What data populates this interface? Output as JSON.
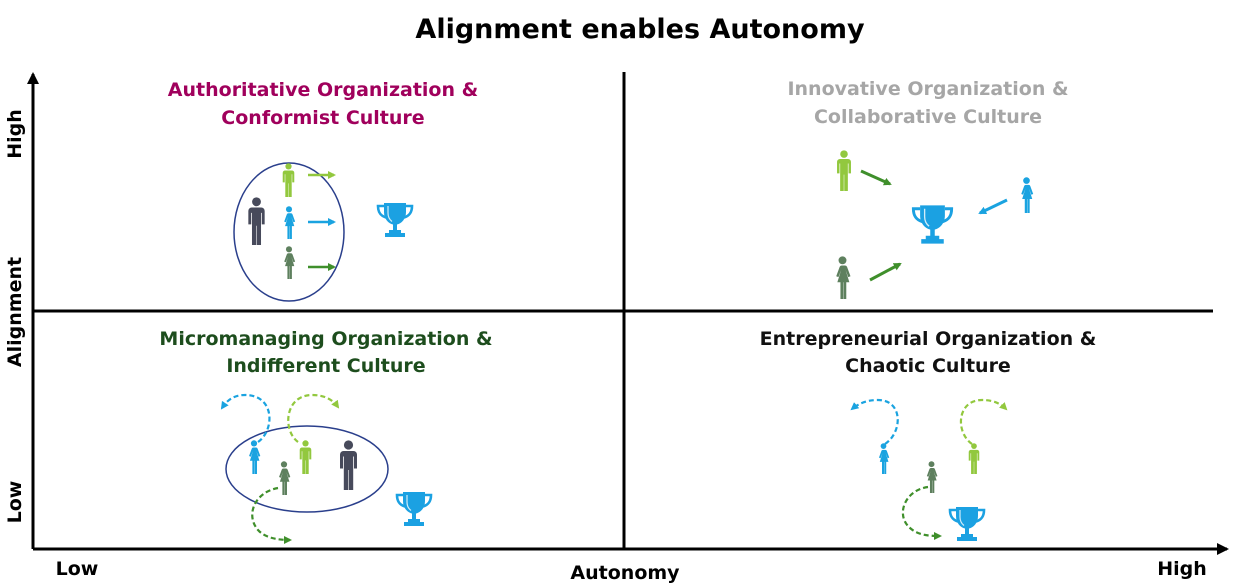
{
  "title": "Alignment enables Autonomy",
  "axes": {
    "y_label": "Alignment",
    "y_high": "High",
    "y_low": "Low",
    "x_label": "Autonomy",
    "x_low": "Low",
    "x_high": "High"
  },
  "quadrants": {
    "top_left": {
      "line1": "Authoritative Organization &",
      "line2": "Conformist Culture",
      "color": "#a0005c"
    },
    "top_right": {
      "line1": "Innovative Organization &",
      "line2": "Collaborative Culture",
      "color": "#a6a6a6"
    },
    "bottom_left": {
      "line1": "Micromanaging Organization &",
      "line2": "Indifferent Culture",
      "color": "#1d4d1d"
    },
    "bottom_right": {
      "line1": "Entrepreneurial Organization &",
      "line2": "Chaotic Culture",
      "color": "#111111"
    }
  },
  "colors": {
    "leader": "#474a5b",
    "light_green": "#92c83e",
    "blue": "#1aa3e0",
    "dark_green": "#5e805e",
    "arrow_dark_green": "#3f8f2b",
    "trophy": "#1ba1e2",
    "ellipse": "#2a3f8c"
  }
}
